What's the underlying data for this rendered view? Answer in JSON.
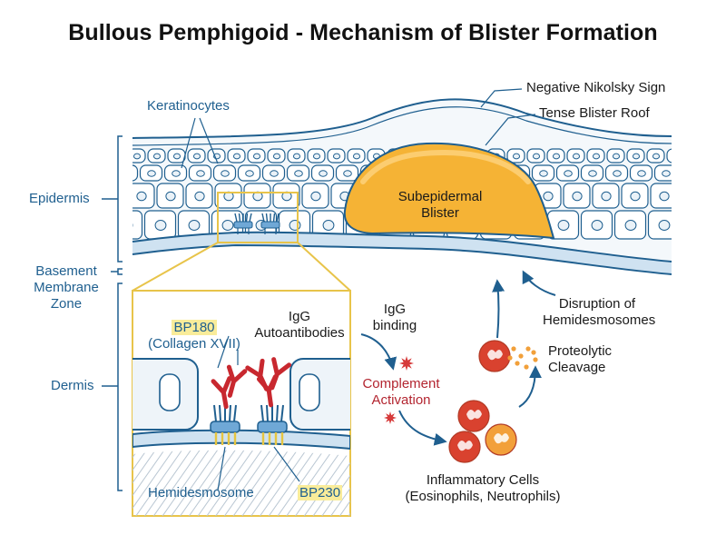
{
  "title": "Bullous Pemphigoid - Mechanism of Blister Formation",
  "labels": {
    "keratinocytes": "Keratinocytes",
    "epidermis": "Epidermis",
    "basement_membrane_zone": [
      "Basement",
      "Membrane",
      "Zone"
    ],
    "dermis": "Dermis",
    "negative_nikolsky": "Negative Nikolsky Sign",
    "tense_roof": "Tense Blister Roof",
    "blister": [
      "Subepidermal",
      "Blister"
    ],
    "disruption": [
      "Disruption of",
      "Hemidesmosomes"
    ],
    "proteolytic": [
      "Proteolytic",
      "Cleavage"
    ],
    "igg_binding": [
      "IgG",
      "binding"
    ],
    "complement": [
      "Complement",
      "Activation"
    ],
    "inflammatory": [
      "Inflammatory Cells",
      "(Eosinophils, Neutrophils)"
    ],
    "bp180": [
      "BP180",
      "(Collagen XVII)"
    ],
    "igg_auto": [
      "IgG",
      "Autoantibodies"
    ],
    "hemidesmosome": "Hemidesmosome",
    "bp230": "BP230"
  },
  "colors": {
    "outline": "#1f5f8f",
    "blister_fill": "#f5b335",
    "highlight": "#f9ec9a",
    "zoom_frame": "#e8c44a",
    "antibody": "#c8282f",
    "cell_red": "#d9422f",
    "cell_orange": "#f2a03a"
  }
}
